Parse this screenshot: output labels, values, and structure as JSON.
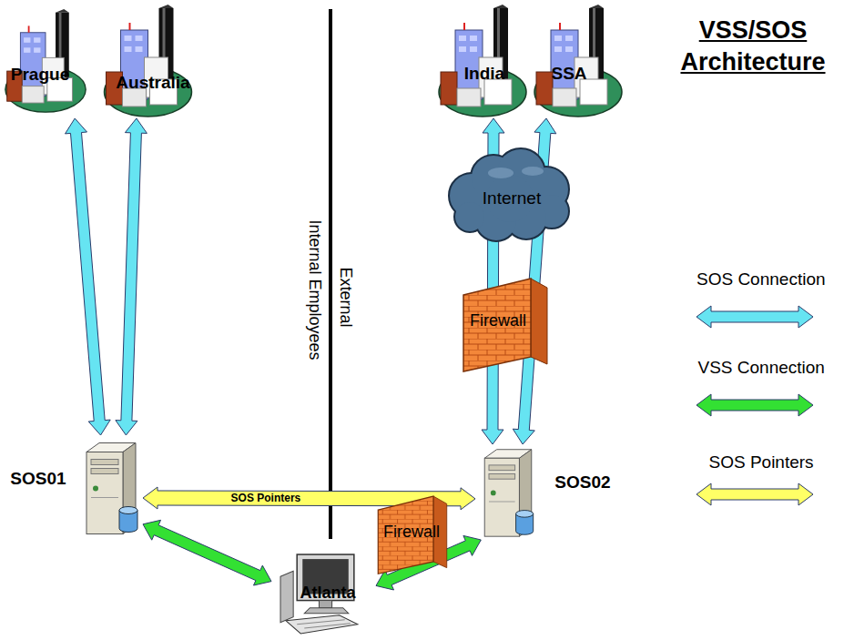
{
  "diagram": {
    "title": "VSS/SOS Architecture",
    "nodes": [
      {
        "text": [
          "Prague"
        ]
      },
      {
        "text": [
          "Australia"
        ]
      },
      {
        "text": [
          "India"
        ]
      },
      {
        "text": [
          "SSA"
        ]
      },
      {
        "text": [
          "Internet"
        ]
      },
      {
        "text": [
          "Firewall"
        ]
      },
      {
        "text": [
          "SOS01"
        ]
      },
      {
        "text": [
          "SOS02"
        ]
      },
      {
        "text": [
          "Firewall"
        ]
      },
      {
        "text": [
          "Atlanta"
        ]
      }
    ],
    "edges": [
      {
        "from": 0,
        "to": 6,
        "arrow": "both"
      },
      {
        "from": 1,
        "to": 6,
        "arrow": "both"
      },
      {
        "from": 2,
        "to": 7,
        "arrow": "both"
      },
      {
        "from": 3,
        "to": 7,
        "arrow": "both"
      },
      {
        "from": 6,
        "to": 7,
        "label": "SOS Pointers",
        "arrow": "both"
      },
      {
        "from": 6,
        "to": 9,
        "arrow": "both"
      },
      {
        "from": 7,
        "to": 9,
        "arrow": "both"
      }
    ],
    "labels": [
      "Internal Employees",
      "External"
    ],
    "legend": [
      {
        "text": "SOS Connection",
        "color": "#66e4f2"
      },
      {
        "text": "VSS Connection",
        "color": "#33e033"
      },
      {
        "text": "SOS Pointers",
        "color": "#ffff66"
      }
    ]
  }
}
